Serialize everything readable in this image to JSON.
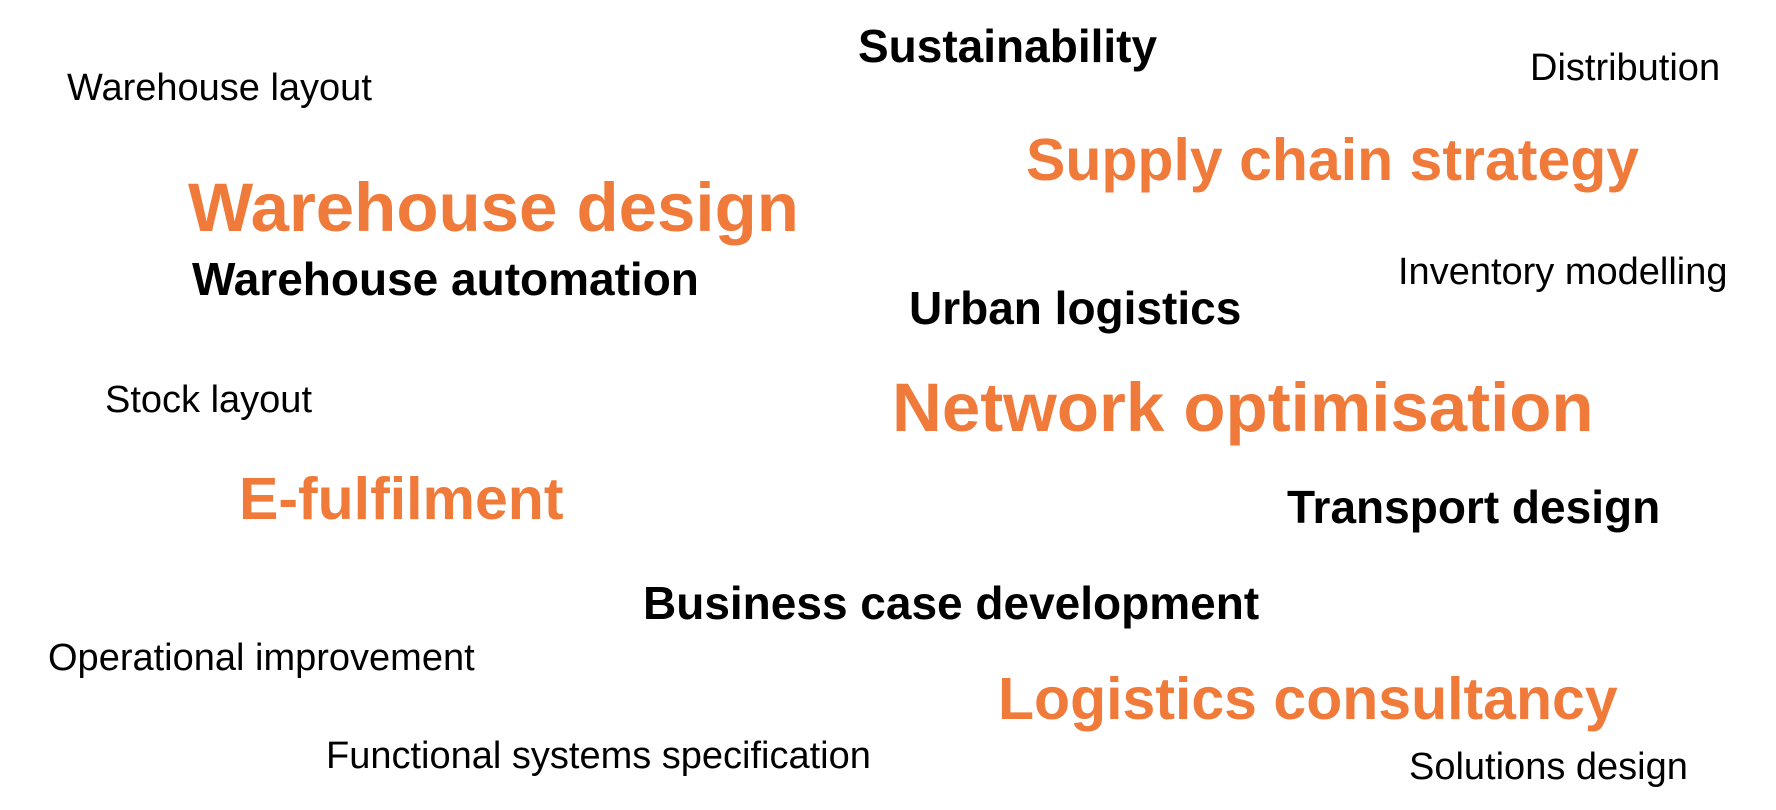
{
  "colors": {
    "accent": "#F07A3A",
    "text": "#000000",
    "background": "#FFFFFF"
  },
  "terms": {
    "sustainability": "Sustainability",
    "distribution": "Distribution",
    "warehouse_layout": "Warehouse layout",
    "supply_chain_strategy": "Supply chain strategy",
    "warehouse_design": "Warehouse design",
    "warehouse_automation": "Warehouse automation",
    "inventory_modelling": "Inventory modelling",
    "urban_logistics": "Urban logistics",
    "stock_layout": "Stock layout",
    "network_optimisation": "Network optimisation",
    "e_fulfilment": "E-fulfilment",
    "transport_design": "Transport design",
    "business_case_development": "Business case development",
    "operational_improvement": "Operational improvement",
    "logistics_consultancy": "Logistics consultancy",
    "functional_systems_specification": "Functional systems specification",
    "solutions_design": "Solutions design"
  }
}
